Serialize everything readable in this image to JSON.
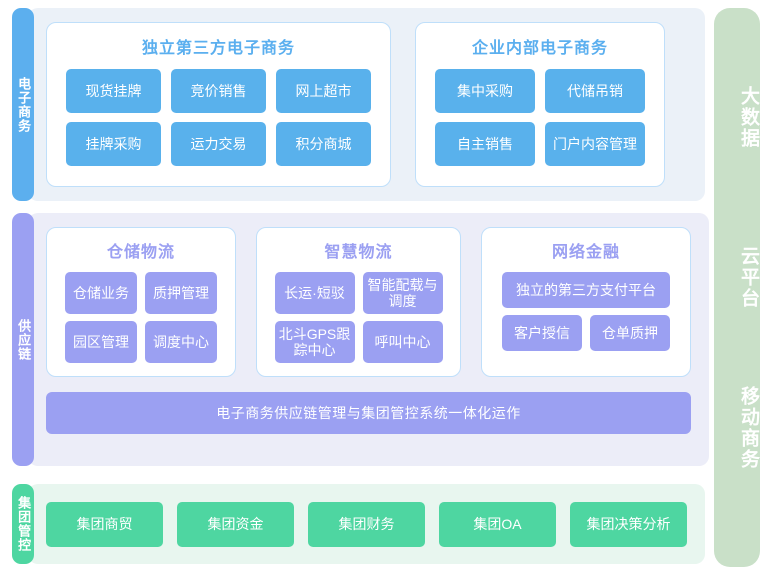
{
  "rows": [
    {
      "tab_label": "电子商务",
      "tab_color": "#5cafee",
      "panels": [
        {
          "title": "独立第三方电子商务",
          "items": [
            "现货挂牌",
            "竞价销售",
            "网上超市",
            "挂牌采购",
            "运力交易",
            "积分商城"
          ]
        },
        {
          "title": "企业内部电子商务",
          "items": [
            "集中采购",
            "代储吊销",
            "自主销售",
            "门户内容管理"
          ]
        }
      ]
    },
    {
      "tab_label": "供应链",
      "tab_color": "#9ba0f2",
      "panels": [
        {
          "title": "仓储物流",
          "items": [
            "仓储业务",
            "质押管理",
            "园区管理",
            "调度中心"
          ]
        },
        {
          "title": "智慧物流",
          "items": [
            "长运·短驳",
            "智能配载与调度",
            "北斗GPS跟踪中心",
            "呼叫中心"
          ]
        },
        {
          "title": "网络金融",
          "items": [
            "独立的第三方支付平台",
            "客户授信",
            "仓单质押"
          ]
        }
      ],
      "banner": "电子商务供应链管理与集团管控系统一体化运作"
    },
    {
      "tab_label": "集团管控",
      "tab_color": "#4ed6a1",
      "items": [
        "集团商贸",
        "集团资金",
        "集团财务",
        "集团OA",
        "集团决策分析"
      ]
    }
  ],
  "right_rail": {
    "color": "#c9e0c8",
    "labels": [
      "大数据",
      "云平台",
      "移动商务"
    ]
  },
  "colors": {
    "blue_button": "#59b1ec",
    "purple_button": "#9ba0f2",
    "green_button": "#4ed6a1",
    "blue_panel_bg": "#ebf1f8",
    "purple_panel_bg": "#ecedf8",
    "green_panel_bg": "#e8f6ef"
  }
}
